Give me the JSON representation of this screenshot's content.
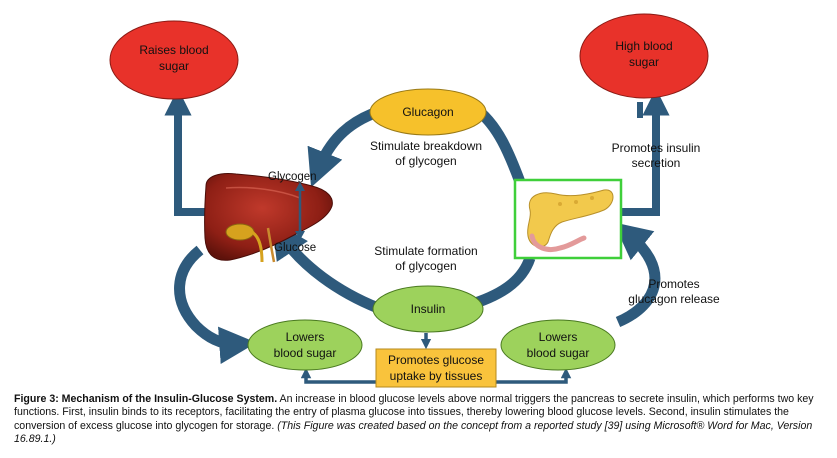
{
  "figure": {
    "nodes": {
      "raises": {
        "line1": "Raises blood",
        "line2": "sugar",
        "color": "#e8322a"
      },
      "high": {
        "line1": "High blood",
        "line2": "sugar",
        "color": "#e8322a"
      },
      "glucagon": {
        "label": "Glucagon",
        "color": "#f6c12b"
      },
      "insulin": {
        "label": "Insulin",
        "color": "#9dd25c"
      },
      "lowers_left": {
        "line1": "Lowers",
        "line2": "blood sugar",
        "color": "#9dd25c"
      },
      "lowers_right": {
        "line1": "Lowers",
        "line2": "blood sugar",
        "color": "#9dd25c"
      },
      "uptake": {
        "line1": "Promotes glucose",
        "line2": "uptake by tissues",
        "color": "#f9c33c"
      }
    },
    "labels": {
      "stim_breakdown_1": "Stimulate breakdown",
      "stim_breakdown_2": "of glycogen",
      "stim_formation_1": "Stimulate formation",
      "stim_formation_2": "of glycogen",
      "promotes_insulin_1": "Promotes insulin",
      "promotes_insulin_2": "secretion",
      "promotes_glucagon_1": "Promotes",
      "promotes_glucagon_2": "glucagon release",
      "glycogen": "Glycogen",
      "glucose": "Glucose"
    },
    "arrow_color": "#2e5a7c",
    "pancreas_frame_color": "#3fcf3a"
  },
  "caption": {
    "title": "Figure 3: Mechanism of the Insulin-Glucose System.",
    "body": "An increase in blood glucose levels above normal triggers the pancreas to secrete insulin, which performs two key functions. First, insulin binds to its receptors, facilitating the entry of plasma glucose into tissues, thereby lowering blood glucose levels. Second, insulin stimulates the conversion of excess glucose into glycogen for storage.",
    "note": "(This Figure was created based on the concept from a reported study [39] using Microsoft® Word for Mac, Version 16.89.1.)"
  }
}
